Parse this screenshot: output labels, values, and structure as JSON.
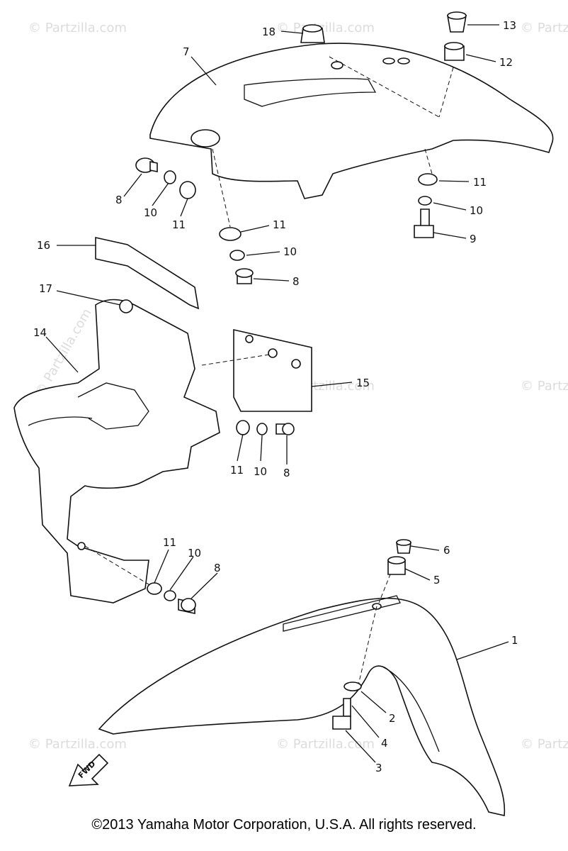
{
  "watermark": "© Partzilla.com",
  "forward_label": "FWD",
  "copyright": "©2013 Yamaha Motor Corporation, U.S.A. All rights reserved.",
  "callouts": {
    "c1": "1",
    "c2": "2",
    "c3": "3",
    "c4": "4",
    "c5": "5",
    "c6": "6",
    "c7": "7",
    "c8a": "8",
    "c8b": "8",
    "c8c": "8",
    "c8d": "8",
    "c9": "9",
    "c10a": "10",
    "c10b": "10",
    "c10c": "10",
    "c10d": "10",
    "c10e": "10",
    "c11a": "11",
    "c11b": "11",
    "c11c": "11",
    "c11d": "11",
    "c11e": "11",
    "c12": "12",
    "c13": "13",
    "c14": "14",
    "c15": "15",
    "c16": "16",
    "c17": "17",
    "c18": "18"
  }
}
